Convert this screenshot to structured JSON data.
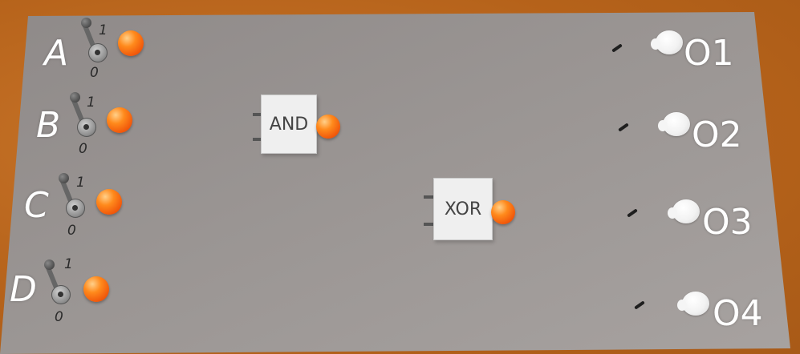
{
  "inputs": [
    {
      "label": "A",
      "state": "1",
      "high_tick": "1",
      "low_tick": "0",
      "lamp_on": true
    },
    {
      "label": "B",
      "state": "1",
      "high_tick": "1",
      "low_tick": "0",
      "lamp_on": true
    },
    {
      "label": "C",
      "state": "1",
      "high_tick": "1",
      "low_tick": "0",
      "lamp_on": true
    },
    {
      "label": "D",
      "state": "1",
      "high_tick": "1",
      "low_tick": "0",
      "lamp_on": true
    }
  ],
  "gates": [
    {
      "label": "AND",
      "output_lamp_on": true
    },
    {
      "label": "XOR",
      "output_lamp_on": true
    }
  ],
  "outputs": [
    {
      "label": "O1",
      "lamp_on": false
    },
    {
      "label": "O2",
      "lamp_on": false
    },
    {
      "label": "O3",
      "lamp_on": false
    },
    {
      "label": "O4",
      "lamp_on": false
    }
  ],
  "colors": {
    "table": "#b8661c",
    "board": "#9a9593",
    "lamp_on": "#ff7a12",
    "lamp_off": "#f2f2f2",
    "gate_body": "#efefef"
  }
}
